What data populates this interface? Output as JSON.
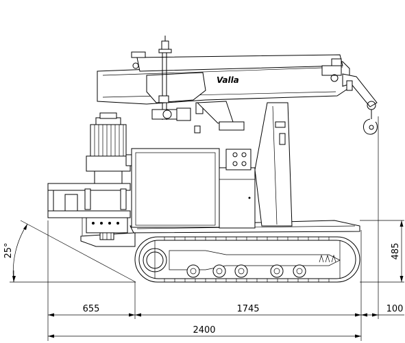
{
  "brand_label": "Valla",
  "dimensions": {
    "front_overhang": "655",
    "track_length": "1745",
    "rear_overhang": "100",
    "overall_length": "2400",
    "height": "485",
    "approach_angle": "25°"
  }
}
